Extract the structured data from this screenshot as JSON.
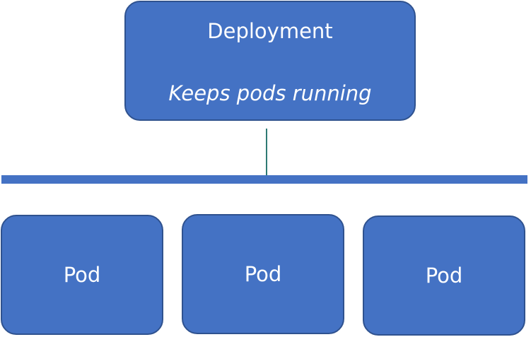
{
  "deployment": {
    "title": "Deployment",
    "subtitle": "Keeps pods running"
  },
  "pods": [
    {
      "label": "Pod"
    },
    {
      "label": "Pod"
    },
    {
      "label": "Pod"
    }
  ],
  "colors": {
    "box_fill": "#4472c4",
    "box_border": "#2f528f",
    "connector": "#2e7a74",
    "text": "#ffffff"
  }
}
